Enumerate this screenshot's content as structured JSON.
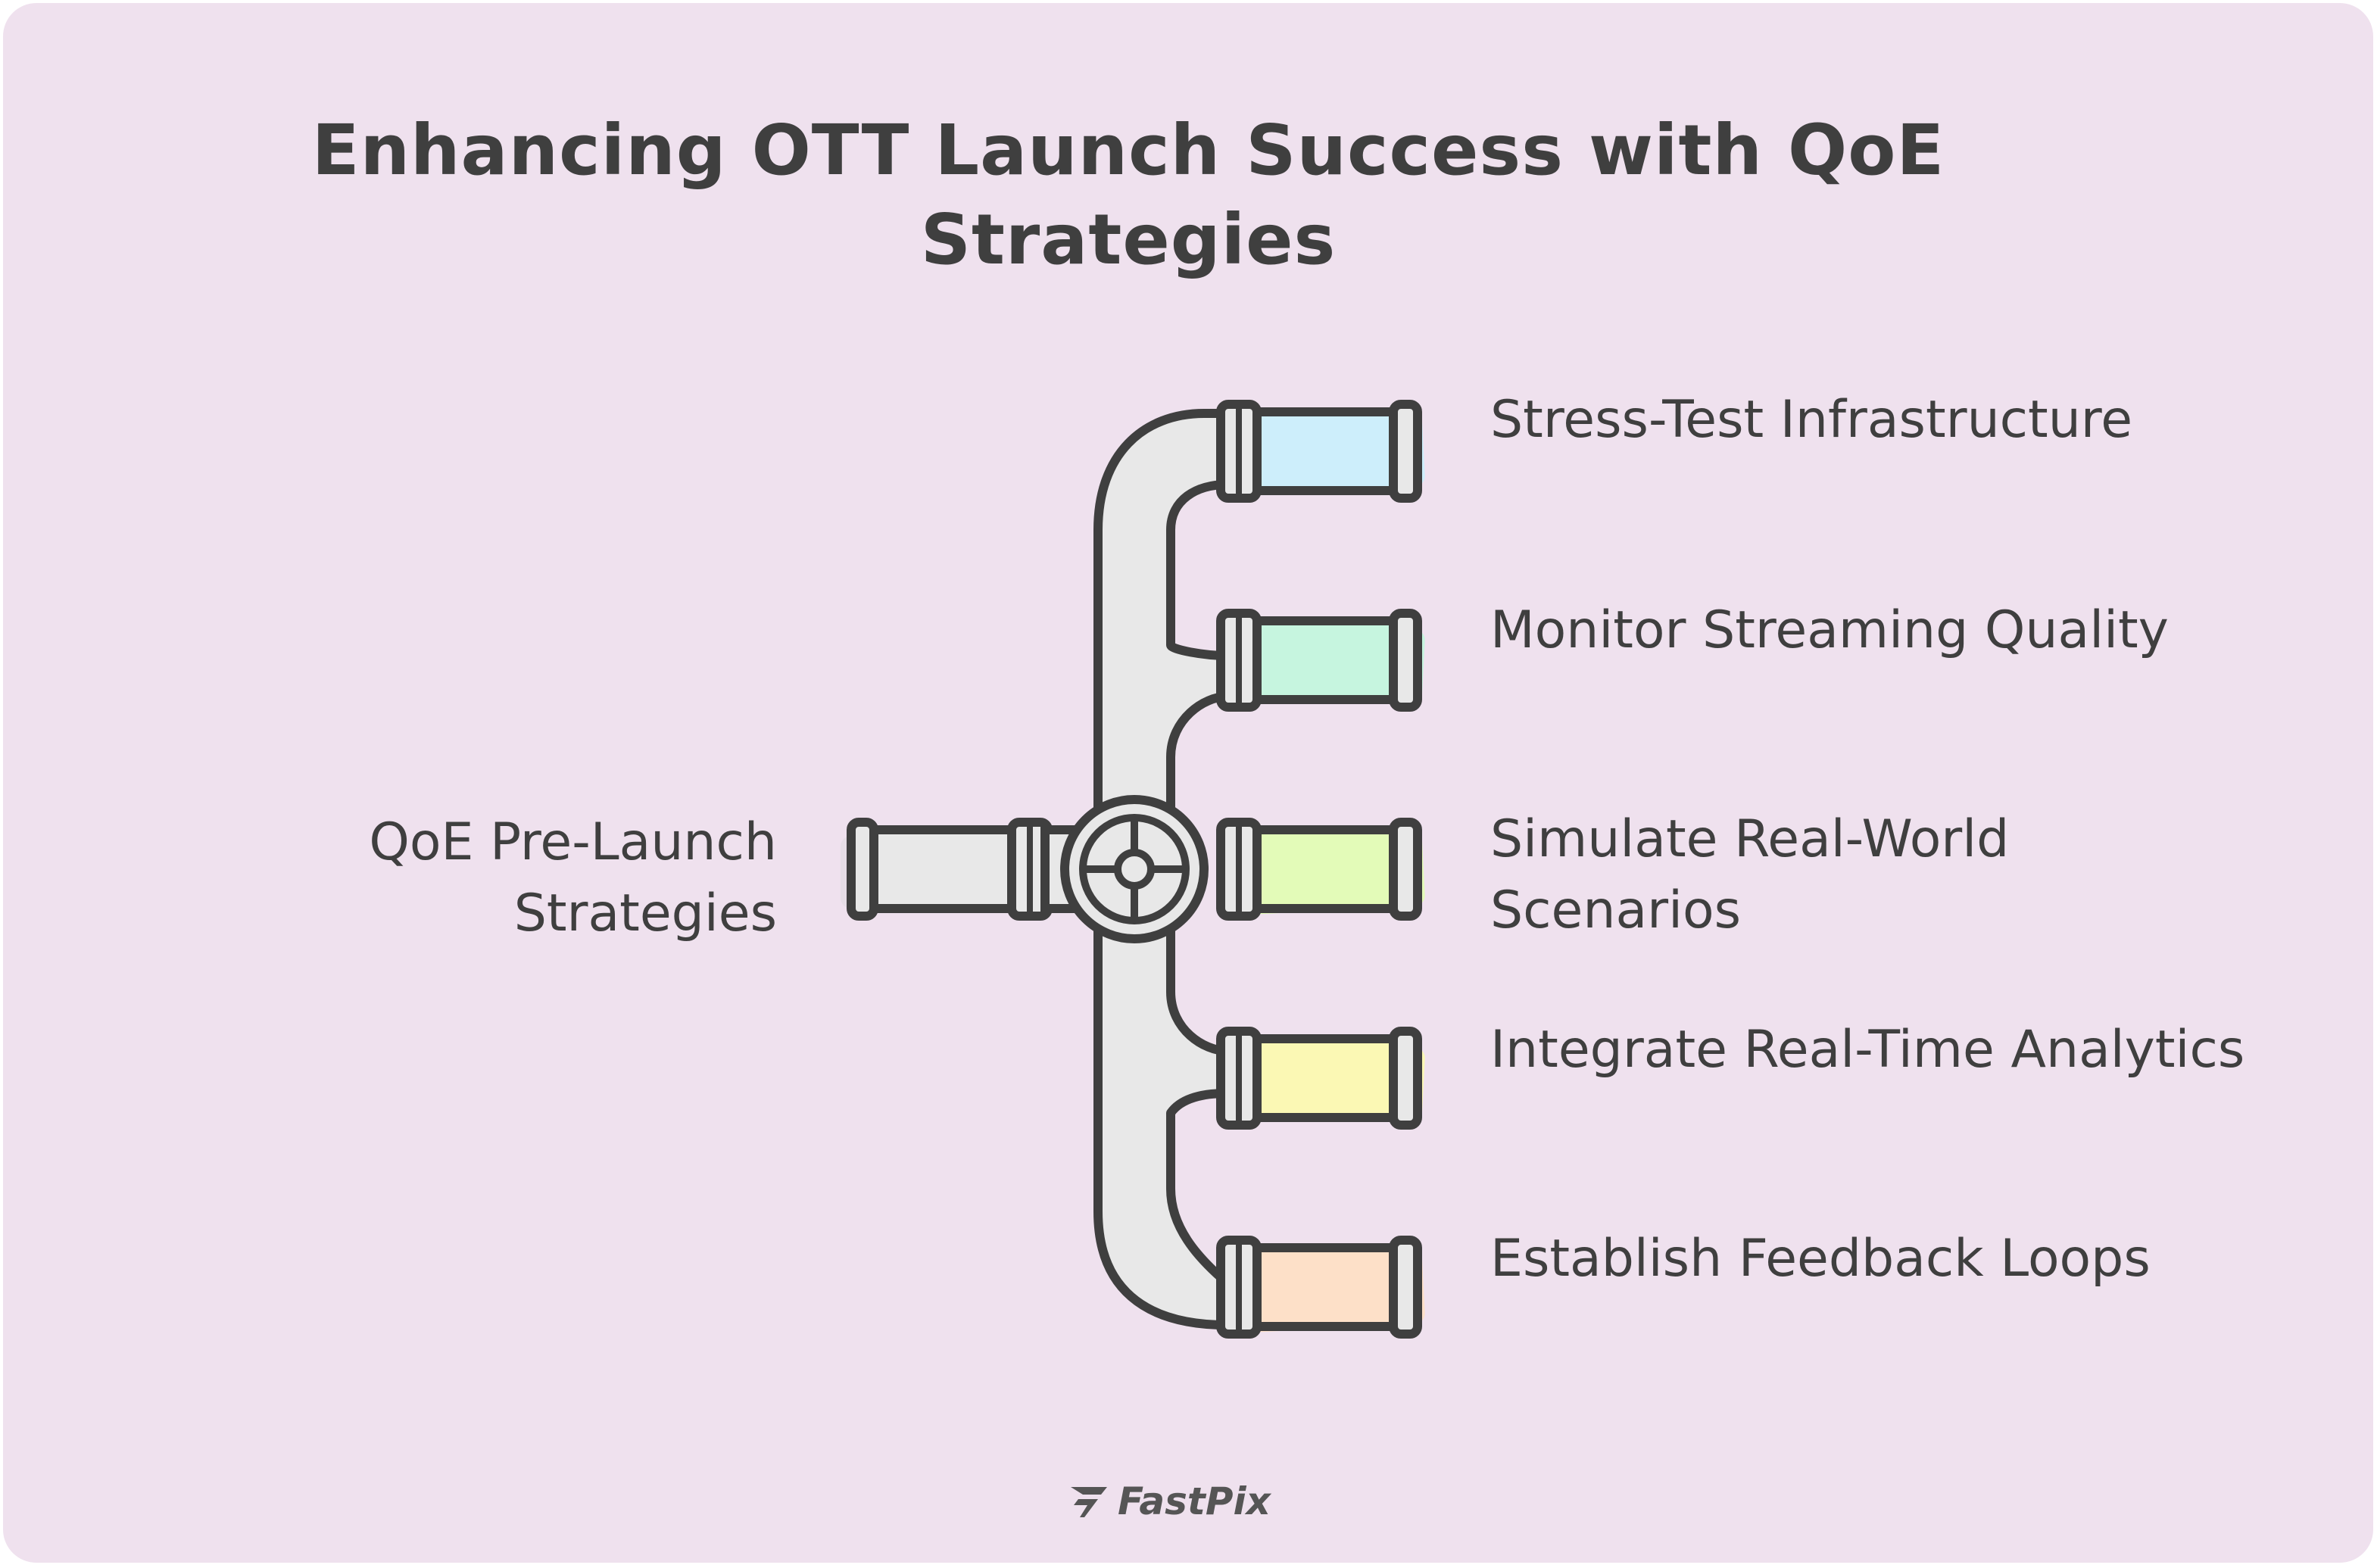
{
  "title": "Enhancing OTT Launch Success with QoE Strategies",
  "root": {
    "label": "QoE Pre-Launch Strategies"
  },
  "branches": [
    {
      "label": "Stress-Test Infrastructure",
      "color": "#cdeefb"
    },
    {
      "label": "Monitor Streaming Quality",
      "color": "#c6f5df"
    },
    {
      "label": "Simulate Real-World Scenarios",
      "color": "#e3fbb8"
    },
    {
      "label": "Integrate Real-Time Analytics",
      "color": "#fbf8b4"
    },
    {
      "label": "Establish Feedback Loops",
      "color": "#fde0c8"
    }
  ],
  "colors": {
    "background": "#efe1ee",
    "stroke": "#3f3f3f",
    "pipe": "#e8e8e8"
  },
  "footer": {
    "brand": "FastPix",
    "icon": "fastpix-logo-icon"
  }
}
